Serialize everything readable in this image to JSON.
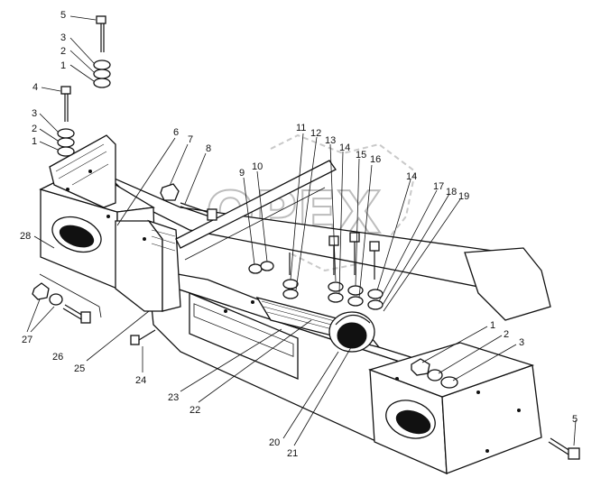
{
  "watermark": "OPEX",
  "callouts": [
    {
      "id": "c5a",
      "text": "5"
    },
    {
      "id": "c3a",
      "text": "3"
    },
    {
      "id": "c2a",
      "text": "2"
    },
    {
      "id": "c1a",
      "text": "1"
    },
    {
      "id": "c4",
      "text": "4"
    },
    {
      "id": "c3b",
      "text": "3"
    },
    {
      "id": "c2b",
      "text": "2"
    },
    {
      "id": "c1b",
      "text": "1"
    },
    {
      "id": "c6",
      "text": "6"
    },
    {
      "id": "c7",
      "text": "7"
    },
    {
      "id": "c8",
      "text": "8"
    },
    {
      "id": "c9",
      "text": "9"
    },
    {
      "id": "c10",
      "text": "10"
    },
    {
      "id": "c11",
      "text": "11"
    },
    {
      "id": "c12",
      "text": "12"
    },
    {
      "id": "c13",
      "text": "13"
    },
    {
      "id": "c14a",
      "text": "14"
    },
    {
      "id": "c15",
      "text": "15"
    },
    {
      "id": "c16",
      "text": "16"
    },
    {
      "id": "c14b",
      "text": "14"
    },
    {
      "id": "c17",
      "text": "17"
    },
    {
      "id": "c18",
      "text": "18"
    },
    {
      "id": "c19",
      "text": "19"
    },
    {
      "id": "c28",
      "text": "28"
    },
    {
      "id": "c27",
      "text": "27"
    },
    {
      "id": "c26",
      "text": "26"
    },
    {
      "id": "c25",
      "text": "25"
    },
    {
      "id": "c24",
      "text": "24"
    },
    {
      "id": "c23",
      "text": "23"
    },
    {
      "id": "c22",
      "text": "22"
    },
    {
      "id": "c21",
      "text": "21"
    },
    {
      "id": "c20",
      "text": "20"
    },
    {
      "id": "c1c",
      "text": "1"
    },
    {
      "id": "c2c",
      "text": "2"
    },
    {
      "id": "c3c",
      "text": "3"
    },
    {
      "id": "c5b",
      "text": "5"
    }
  ]
}
